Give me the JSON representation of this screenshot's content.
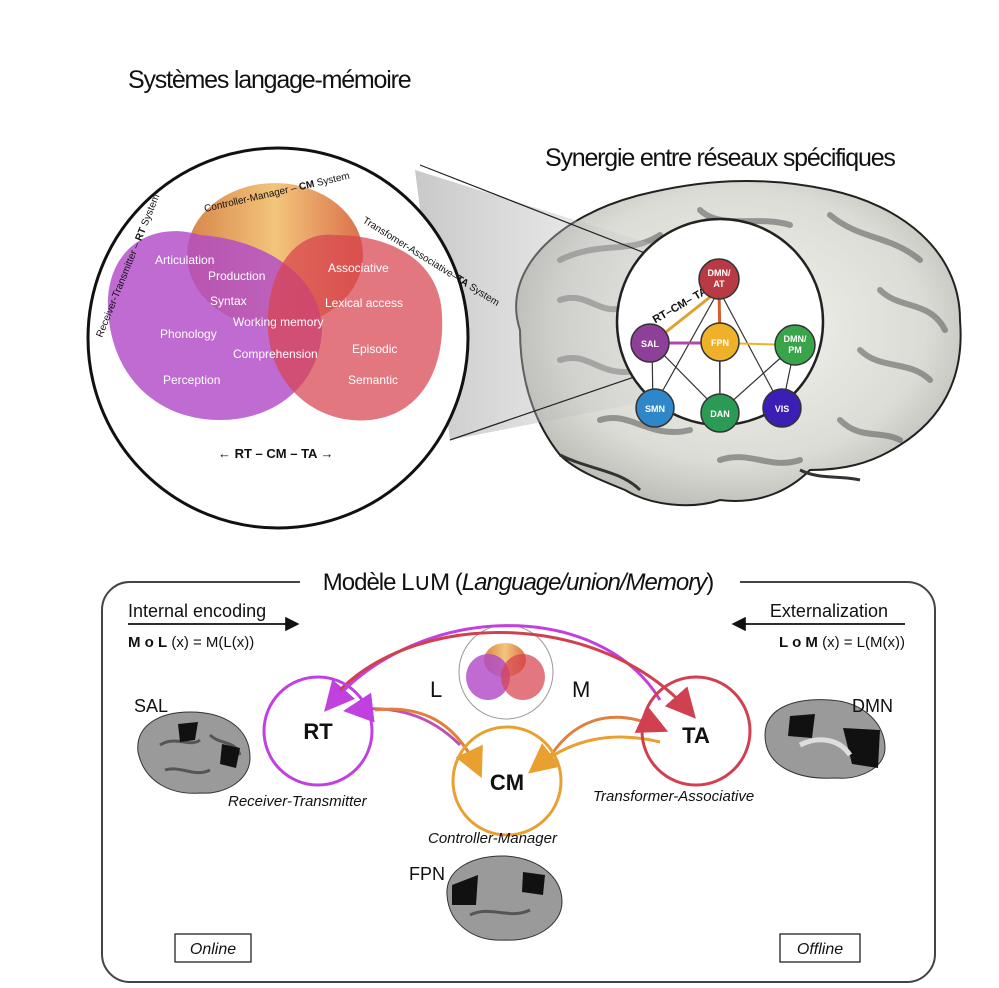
{
  "top": {
    "title": "Systèmes langage-mémoire",
    "synergy_title": "Synergie entre réseaux spécifiques",
    "venn": {
      "rt_label_a": "Receiver-Transmitter – ",
      "rt_label_b": "RT",
      "rt_label_c": " System",
      "cm_label_a": "Controller-Manager – ",
      "cm_label_b": "CM",
      "cm_label_c": " System",
      "ta_label_a": "Transfomer-Associative–",
      "ta_label_b": "TA",
      "ta_label_c": " System",
      "terms": [
        "Articulation",
        "Production",
        "Syntax",
        "Phonology",
        "Working memory",
        "Comprehension",
        "Perception",
        "Associative",
        "Lexical access",
        "Episodic",
        "Semantic"
      ],
      "axis": "← RT – CM – TA →"
    },
    "network": {
      "axis": "← RT–CM– TA →",
      "nodes": {
        "dmn_at_1": "DMN/",
        "dmn_at_2": "AT",
        "sal": "SAL",
        "fpn": "FPN",
        "dmn_pm_1": "DMN/",
        "dmn_pm_2": "PM",
        "smn": "SMN",
        "dan": "DAN",
        "vis": "VIS"
      },
      "colors": {
        "dmn_at": "#b83a45",
        "sal": "#8e3f98",
        "fpn": "#f0b12a",
        "dmn_pm": "#3aa44a",
        "smn": "#2f86c8",
        "dan": "#2a9a55",
        "vis": "#3b1fb5"
      }
    }
  },
  "bottom": {
    "title_a": "Modèle L∪M (",
    "title_b": "Language/union/Memory",
    "title_c": ")",
    "internal_encoding": "Internal encoding",
    "formula_left_a": "M o L",
    "formula_left_b": " (x) = M(L(x))",
    "externalization": "Externalization",
    "formula_right_a": "L o M",
    "formula_right_b": " (x) = L(M(x))",
    "L": "L",
    "M": "M",
    "rt": "RT",
    "cm": "CM",
    "ta": "TA",
    "rt_name": "Receiver-Transmitter",
    "cm_name": "Controller-Manager",
    "ta_name": "Transformer-Associative",
    "sal": "SAL",
    "dmn": "DMN",
    "fpn": "FPN",
    "online": "Online",
    "offline": "Offline",
    "colors": {
      "rt": "#c040e0",
      "cm": "#e8a030",
      "ta": "#d04050"
    }
  }
}
